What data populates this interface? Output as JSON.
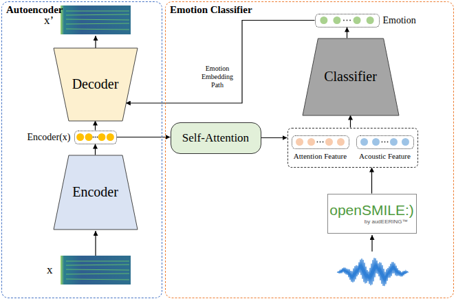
{
  "diagram": {
    "nodes": [
      {
        "text": [
          "Autoencoder"
        ]
      },
      {
        "text": [
          "Emotion Classifier"
        ]
      },
      {
        "text": [
          "Decoder"
        ],
        "in": 0
      },
      {
        "text": [
          "Encoder(x)"
        ],
        "in": 0
      },
      {
        "text": [
          "Encoder"
        ],
        "in": 0
      },
      {
        "text": [
          "Emotion"
        ],
        "in": 1
      },
      {
        "text": [
          "Classifier"
        ],
        "in": 1
      },
      {
        "text": [
          "Self-Attention"
        ],
        "in": 1
      },
      {
        "text": [
          "Attention Feature",
          "Acoustic Feature"
        ],
        "in": 1
      },
      {
        "text": [
          "openSMILE:)",
          "by audEERING™"
        ],
        "in": 1
      }
    ],
    "edges": [
      {
        "from": 4,
        "to": 3,
        "arrow": "to"
      },
      {
        "from": 3,
        "to": 2,
        "arrow": "to"
      },
      {
        "from": 3,
        "to": 7,
        "arrow": "to"
      },
      {
        "from": 7,
        "to": 8,
        "arrow": "to"
      },
      {
        "from": 8,
        "to": 6,
        "arrow": "to"
      },
      {
        "from": 6,
        "to": 5,
        "arrow": "to"
      },
      {
        "from": 9,
        "to": 8,
        "arrow": "to"
      },
      {
        "from": 5,
        "to": 2,
        "arrow": "to",
        "label": "Emotion Embedding Path"
      }
    ],
    "labels": [
      "x’",
      "x"
    ]
  }
}
